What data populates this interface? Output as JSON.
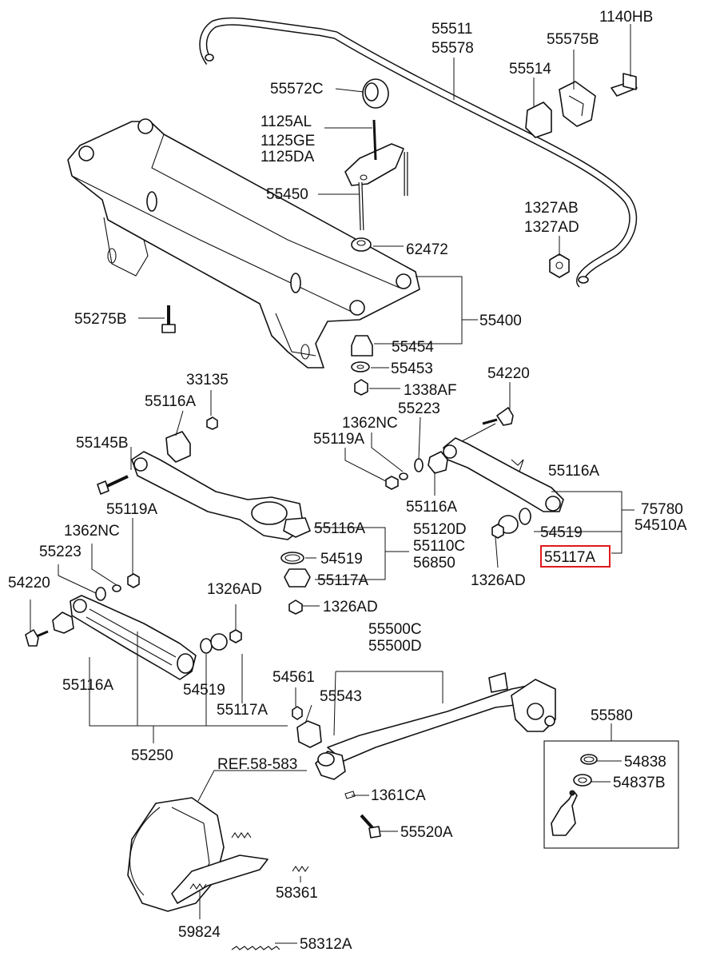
{
  "labels": {
    "l55511": "55511",
    "l55578": "55578",
    "l1140HB": "1140HB",
    "l55575B": "55575B",
    "l55514": "55514",
    "l55572C": "55572C",
    "l1125AL": "1125AL",
    "l1125GE": "1125GE",
    "l1125DA": "1125DA",
    "l55450": "55450",
    "l62472": "62472",
    "l1327AB": "1327AB",
    "l1327AD": "1327AD",
    "l55275B": "55275B",
    "l55400": "55400",
    "l55454": "55454",
    "l55453": "55453",
    "l1338AF": "1338AF",
    "l33135": "33135",
    "l55116A_a": "55116A",
    "l54220_a": "54220",
    "l55223_a": "55223",
    "l1362NC_a": "1362NC",
    "l55119A_a": "55119A",
    "l55145B": "55145B",
    "l55116A_b": "55116A",
    "l55116A_c": "55116A",
    "l75780": "75780",
    "l54510A": "54510A",
    "l55119A_b": "55119A",
    "l55116A_d": "55116A",
    "l55120D": "55120D",
    "l55110C": "55110C",
    "l56850": "56850",
    "l1362NC_b": "1362NC",
    "l54519_a": "54519",
    "l54519_b": "54519",
    "l55117A_hl": "55117A",
    "l55223_b": "55223",
    "l55117A_a": "55117A",
    "l1326AD_a": "1326AD",
    "l54220_b": "54220",
    "l1326AD_b": "1326AD",
    "l1326AD_c": "1326AD",
    "l55500C": "55500C",
    "l55500D": "55500D",
    "l54561": "54561",
    "l55543": "55543",
    "l55116A_e": "55116A",
    "l54519_c": "54519",
    "l55117A_b": "55117A",
    "l55580": "55580",
    "l55250": "55250",
    "l54838": "54838",
    "lREF": "REF.58-583",
    "l54837B": "54837B",
    "l1361CA": "1361CA",
    "l55520A": "55520A",
    "l58361": "58361",
    "l59824": "59824",
    "l58312A": "58312A"
  },
  "colors": {
    "ink": "#111111",
    "highlight": "#e0191b",
    "background": "#ffffff"
  },
  "highlighted_part": "55117A"
}
